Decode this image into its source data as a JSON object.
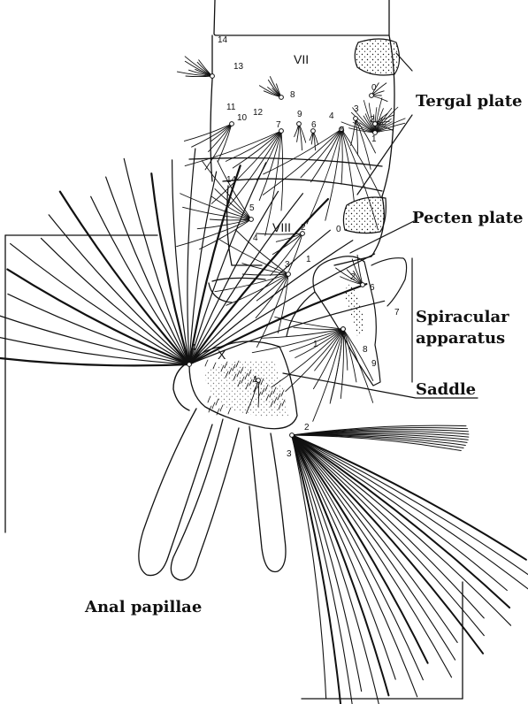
{
  "segments": {
    "vii": "VII",
    "viii": "VIII",
    "x": "X"
  },
  "labels": {
    "tergal": "Tergal plate",
    "pecten": "Pecten plate",
    "spiracular_1": "Spiracular",
    "spiracular_2": "apparatus",
    "saddle": "Saddle",
    "anal": "Anal papillae"
  },
  "setae": {
    "s14a": "14",
    "s13": "13",
    "s8": "8",
    "s0a": "0",
    "s11": "11",
    "s10": "10",
    "s12": "12",
    "s7": "7",
    "s9": "9",
    "s6": "6",
    "s4a": "4",
    "s5a": "5",
    "s3a": "3",
    "s2a": "2",
    "s1a": "1",
    "s14b": "14",
    "s5b": "5",
    "s2b": "2",
    "s0b": "0",
    "s4b": "4",
    "s3b": "3",
    "s1b": "1",
    "sp2": "2",
    "sp6": "6",
    "sp7": "7",
    "sp1": "1",
    "sp8": "8",
    "sp9": "9",
    "sx4": "4",
    "sx1": "1",
    "sx2": "2",
    "sx3": "3"
  },
  "colors": {
    "ink": "#111111",
    "background": "#ffffff"
  }
}
